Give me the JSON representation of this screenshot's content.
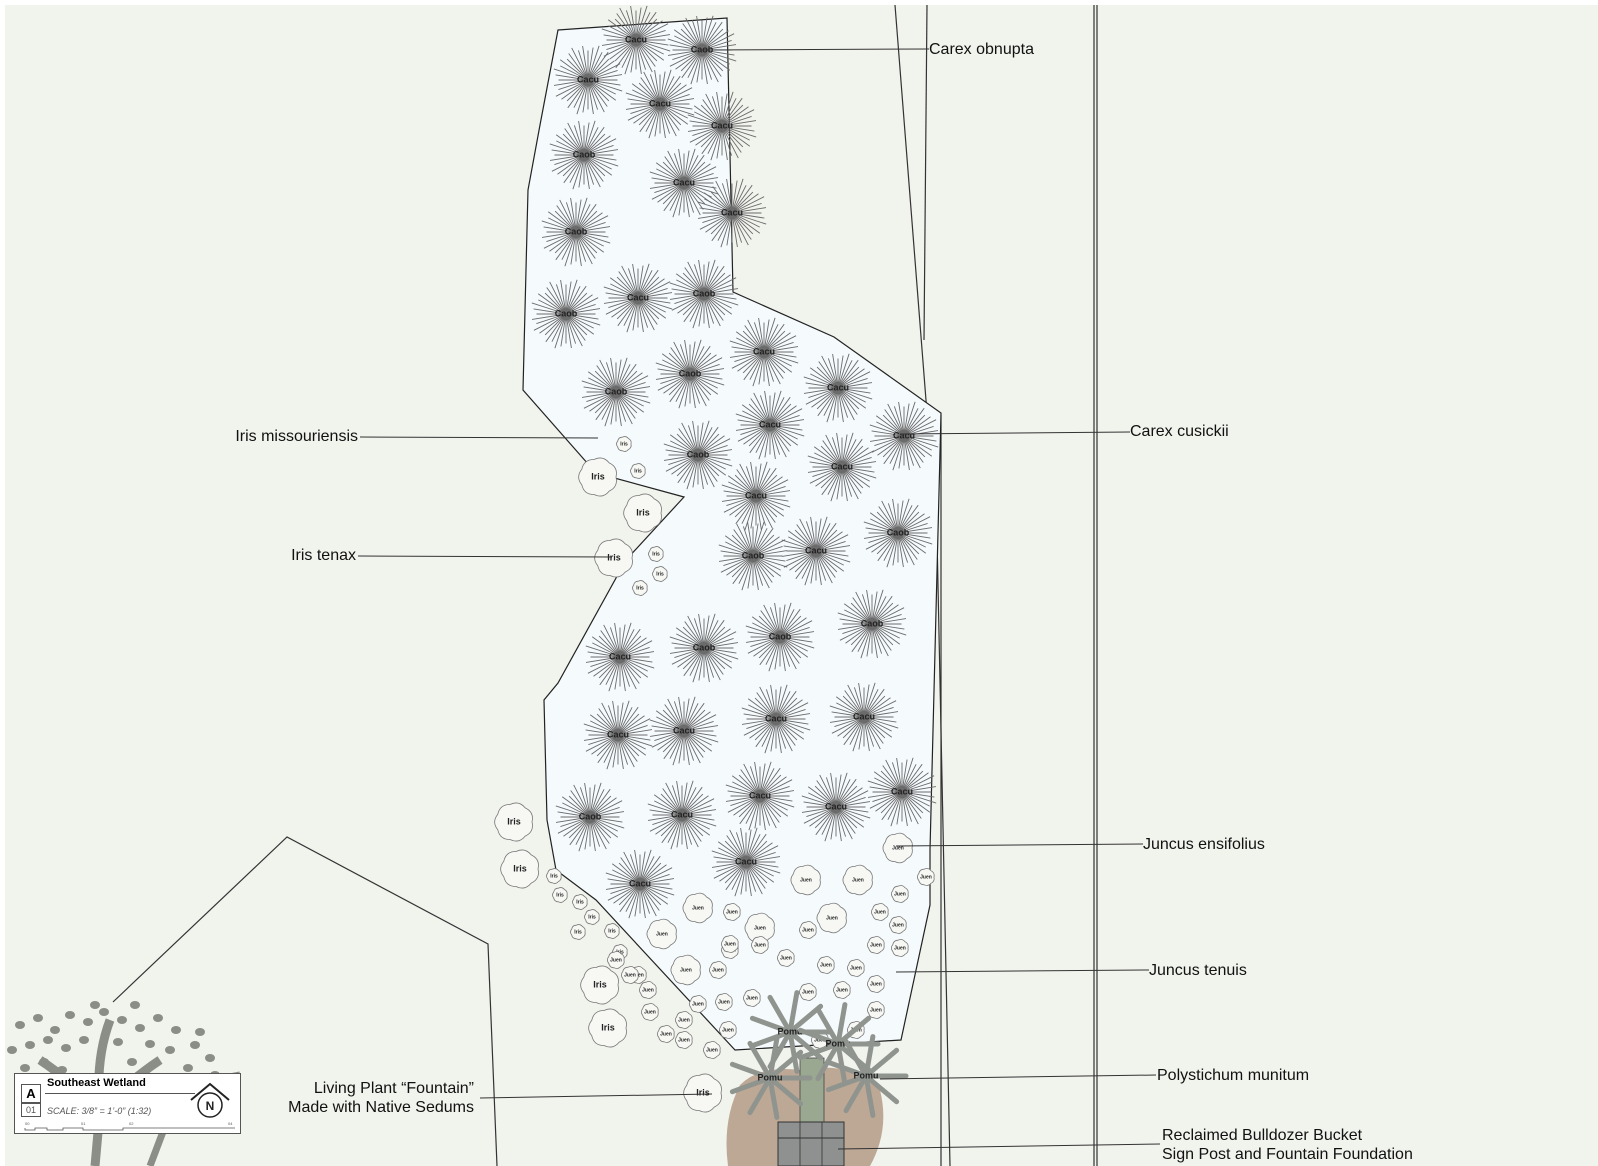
{
  "labels": {
    "carex_obnupta": "Carex obnupta",
    "carex_cusickii": "Carex cusickii",
    "iris_missouriensis": "Iris missouriensis",
    "iris_tenax": "Iris tenax",
    "juncus_ensifolius": "Juncus ensifolius",
    "juncus_tenuis": "Juncus tenuis",
    "polystichum_munitum": "Polystichum munitum",
    "fountain_line1": "Living Plant “Fountain”",
    "fountain_line2": "Made with Native Sedums",
    "bucket_line1": "Reclaimed Bulldozer Bucket",
    "bucket_line2": "Sign Post and Fountain Foundation"
  },
  "plant_codes": {
    "carex_obnupta": "Caob",
    "carex_cusickii": "Cacu",
    "iris": "Iris",
    "juncus": "Juen",
    "polystichum": "Pomu"
  },
  "title_block": {
    "sheet_letter": "A",
    "sheet_number": "01",
    "title": "Southeast Wetland",
    "scale": "SCALE: 3/8” = 1’-0” (1:32)",
    "north": "N",
    "scale_ticks": [
      "00",
      "01",
      "02",
      "04"
    ]
  },
  "colors": {
    "background": "#f1f3ed",
    "bed_fill": "#f5fafd",
    "plant_stroke": "#6b6b6b",
    "tree_fill": "#8a8e86",
    "stone_fill": "#b49a86"
  }
}
